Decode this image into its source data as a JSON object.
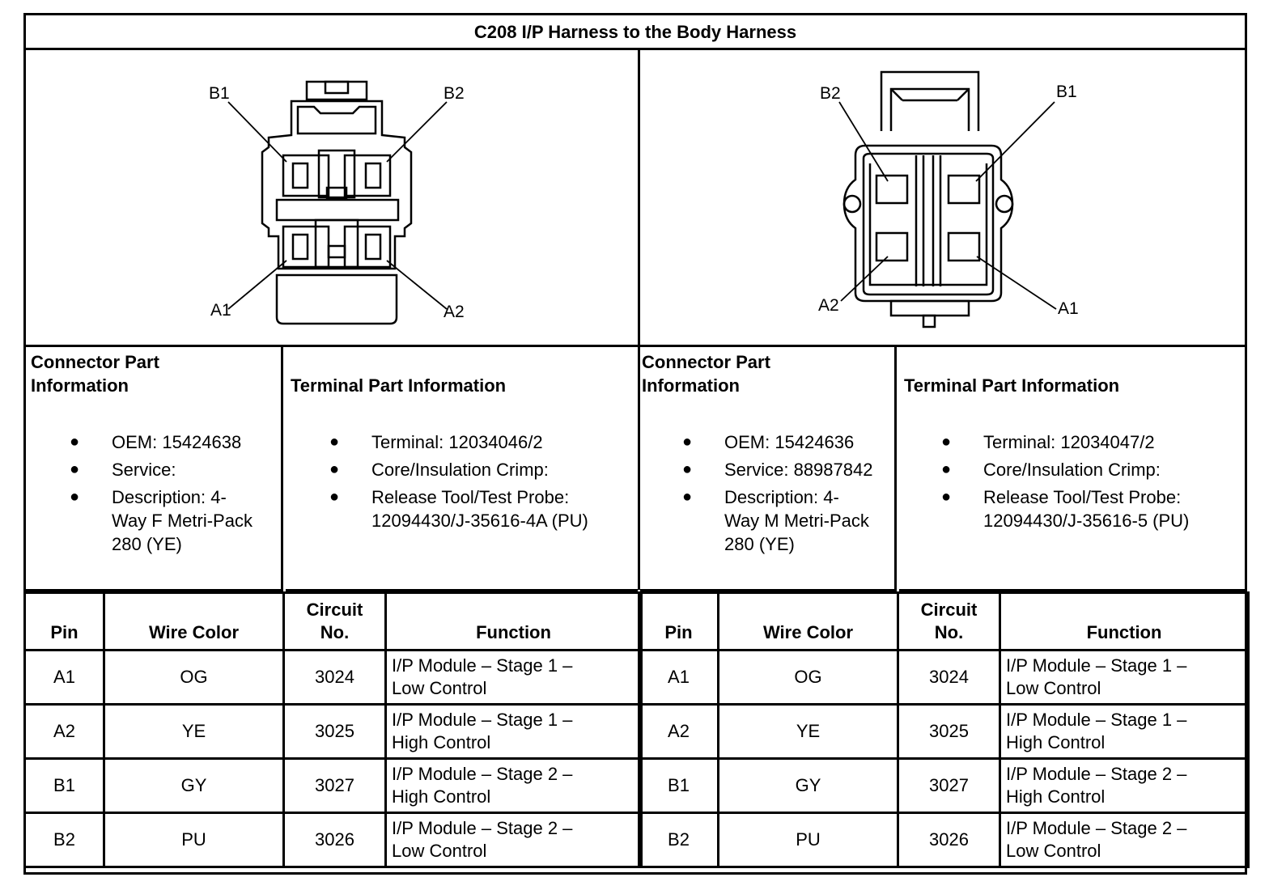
{
  "title": "C208 I/P Harness to the Body Harness",
  "left": {
    "pin_labels": {
      "b1": "B1",
      "b2": "B2",
      "a1": "A1",
      "a2": "A2"
    },
    "connector_heading_1": "Connector Part",
    "connector_heading_2": "Information",
    "connector_items": [
      "OEM: 15424638",
      "Service:",
      "Description: 4-",
      "Way F Metri-Pack",
      "280 (YE)"
    ],
    "terminal_heading": "Terminal Part Information",
    "terminal_items": [
      "Terminal: 12034046/2",
      "Core/Insulation Crimp:",
      "Release Tool/Test Probe:",
      "12094430/J-35616-4A (PU)"
    ],
    "headers": {
      "pin": "Pin",
      "wire": "Wire Color",
      "circuit_1": "Circuit",
      "circuit_2": "No.",
      "function": "Function"
    },
    "rows": [
      {
        "pin": "A1",
        "wire": "OG",
        "circuit": "3024",
        "fn1": "I/P Module – Stage 1 –",
        "fn2": "Low Control"
      },
      {
        "pin": "A2",
        "wire": "YE",
        "circuit": "3025",
        "fn1": "I/P Module – Stage 1 –",
        "fn2": "High Control"
      },
      {
        "pin": "B1",
        "wire": "GY",
        "circuit": "3027",
        "fn1": "I/P Module – Stage 2 –",
        "fn2": "High Control"
      },
      {
        "pin": "B2",
        "wire": "PU",
        "circuit": "3026",
        "fn1": "I/P Module – Stage 2 –",
        "fn2": "Low Control"
      }
    ]
  },
  "right": {
    "pin_labels": {
      "b1": "B1",
      "b2": "B2",
      "a1": "A1",
      "a2": "A2"
    },
    "connector_heading_1": "Connector Part",
    "connector_heading_2": "Information",
    "connector_items": [
      "OEM: 15424636",
      "Service: 88987842",
      "Description: 4-",
      "Way M Metri-Pack",
      "280 (YE)"
    ],
    "terminal_heading": "Terminal Part Information",
    "terminal_items": [
      "Terminal: 12034047/2",
      "Core/Insulation Crimp:",
      "Release Tool/Test Probe:",
      "12094430/J-35616-5 (PU)"
    ],
    "headers": {
      "pin": "Pin",
      "wire": "Wire Color",
      "circuit_1": "Circuit",
      "circuit_2": "No.",
      "function": "Function"
    },
    "rows": [
      {
        "pin": "A1",
        "wire": "OG",
        "circuit": "3024",
        "fn1": "I/P Module – Stage 1 –",
        "fn2": "Low Control"
      },
      {
        "pin": "A2",
        "wire": "YE",
        "circuit": "3025",
        "fn1": "I/P Module – Stage 1 –",
        "fn2": "High Control"
      },
      {
        "pin": "B1",
        "wire": "GY",
        "circuit": "3027",
        "fn1": "I/P Module – Stage 2 –",
        "fn2": "High Control"
      },
      {
        "pin": "B2",
        "wire": "PU",
        "circuit": "3026",
        "fn1": "I/P Module – Stage 2 –",
        "fn2": "Low Control"
      }
    ]
  }
}
